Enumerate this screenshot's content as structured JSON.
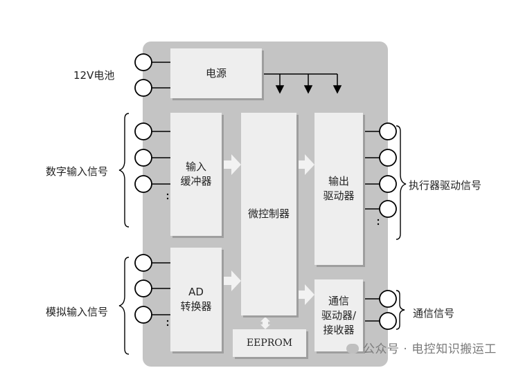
{
  "labels": {
    "battery": "12V电池",
    "digital_in": "数字输入信号",
    "analog_in": "模拟输入信号",
    "actuator_out": "执行器驱动信号",
    "comm": "通信信号"
  },
  "blocks": {
    "power": "电源",
    "input_buffer": "输入\n缓冲器",
    "ad_converter": "AD\n转换器",
    "mcu": "微控制器",
    "output_driver": "输出\n驱动器",
    "comm_driver": "通信\n驱动器/\n接收器",
    "eeprom": "EEPROM"
  },
  "watermark": {
    "text": "公众号 · 电控知识搬运工"
  }
}
